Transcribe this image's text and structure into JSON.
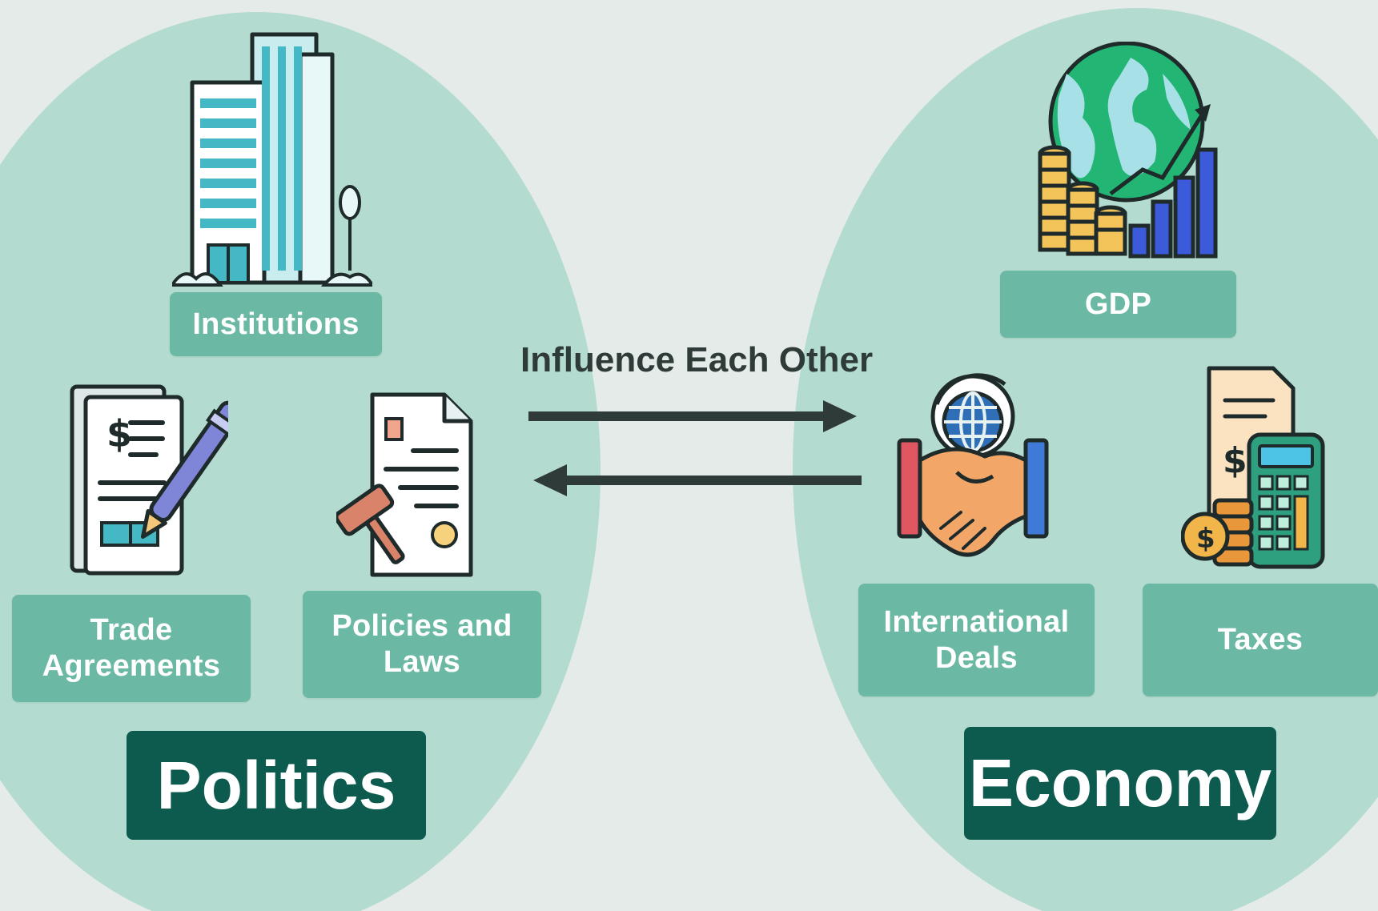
{
  "relation": {
    "caption": "Influence Each Other"
  },
  "politics": {
    "title": "Politics",
    "items": [
      {
        "label": "Institutions",
        "icon": "office-building-icon"
      },
      {
        "label": "Trade Agreements",
        "icon": "contract-signing-icon"
      },
      {
        "label": "Policies and Laws",
        "icon": "legal-document-gavel-icon"
      }
    ]
  },
  "economy": {
    "title": "Economy",
    "items": [
      {
        "label": "GDP",
        "icon": "globe-growth-chart-icon"
      },
      {
        "label": "International Deals",
        "icon": "handshake-globe-icon"
      },
      {
        "label": "Taxes",
        "icon": "tax-calculator-icon"
      }
    ]
  },
  "colors": {
    "background": "#e4ebe8",
    "region": "#b4dbcf",
    "label_box": "#6bb9a4",
    "title_box": "#0d5b4f",
    "arrow": "#2f3b38"
  }
}
